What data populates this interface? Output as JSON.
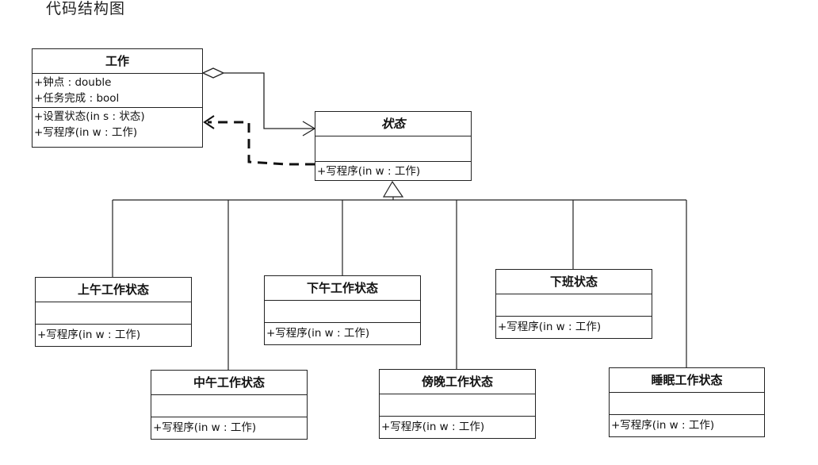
{
  "title": "代码结构图",
  "classes": {
    "work": {
      "name": "工作",
      "attributes": [
        "+钟点 : double",
        "+任务完成 : bool"
      ],
      "operations": [
        "+设置状态(in s : 状态)",
        "+写程序(in w : 工作)"
      ]
    },
    "state": {
      "name": "状态",
      "abstract": true,
      "operations": [
        "+写程序(in w : 工作)"
      ]
    },
    "morning": {
      "name": "上午工作状态",
      "operations": [
        "+写程序(in w : 工作)"
      ]
    },
    "afternoon": {
      "name": "下午工作状态",
      "operations": [
        "+写程序(in w : 工作)"
      ]
    },
    "rest": {
      "name": "下班状态",
      "operations": [
        "+写程序(in w : 工作)"
      ]
    },
    "noon": {
      "name": "中午工作状态",
      "operations": [
        "+写程序(in w : 工作)"
      ]
    },
    "evening": {
      "name": "傍晚工作状态",
      "operations": [
        "+写程序(in w : 工作)"
      ]
    },
    "sleeping": {
      "name": "睡眠工作状态",
      "operations": [
        "+写程序(in w : 工作)"
      ]
    }
  },
  "relations": [
    {
      "type": "aggregation",
      "from": "work",
      "to": "state"
    },
    {
      "type": "dependency",
      "from": "state",
      "to": "work"
    },
    {
      "type": "generalization",
      "to": "state",
      "from": [
        "morning",
        "noon",
        "afternoon",
        "evening",
        "rest",
        "sleeping"
      ]
    }
  ]
}
